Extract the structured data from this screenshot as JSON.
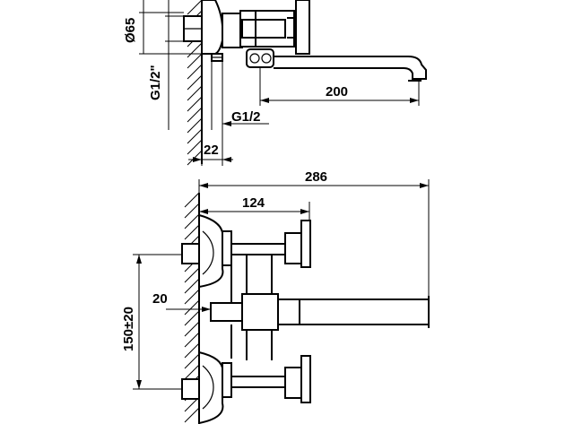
{
  "dimensions": {
    "d65": "Ø65",
    "g12_inch": "G1/2\"",
    "spout_reach": "200",
    "g12": "G1/2",
    "wall_offset": "22",
    "total_length": "286",
    "handle_length": "124",
    "outlet_length": "20",
    "center_distance": "150±20"
  }
}
